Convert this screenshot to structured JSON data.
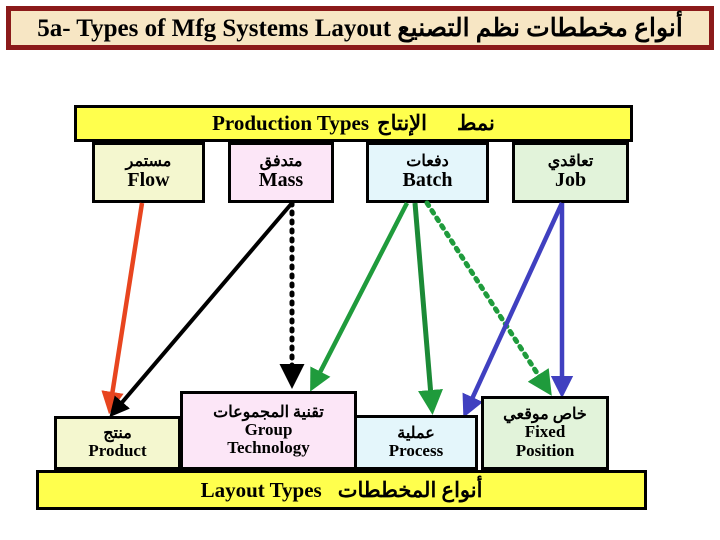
{
  "title": {
    "text": "5a- Types of Mfg Systems Layout  أنواع مخططات نظم التصنيع",
    "banner_bg": "#f7e6c4",
    "banner_border": "#8b1a1a"
  },
  "production_bar": {
    "english": "Production Types",
    "arabic_1": "الإنتاج",
    "arabic_2": "نمط",
    "bg": "#ffff4d"
  },
  "layout_bar": {
    "english": "Layout Types",
    "arabic": "أنواع المخططات",
    "bg": "#ffff4d"
  },
  "production_types": [
    {
      "arabic": "مستمر",
      "english": "Flow",
      "color": "#f4f7cf"
    },
    {
      "arabic": "متدفق",
      "english": "Mass",
      "color": "#fce6f7"
    },
    {
      "arabic": "دفعات",
      "english": "Batch",
      "color": "#e4f6fb"
    },
    {
      "arabic": "تعاقدي",
      "english": "Job",
      "color": "#e2f3da"
    }
  ],
  "layout_types": [
    {
      "arabic": "منتج",
      "english": "Product",
      "english2": "",
      "color": "#f4f7cf"
    },
    {
      "arabic": "تقنية المجموعات",
      "english": "Group",
      "english2": "Technology",
      "color": "#fce6f7"
    },
    {
      "arabic": "عملية",
      "english": "Process",
      "english2": "",
      "color": "#e4f6fb"
    },
    {
      "arabic": "خاص موقعي",
      "english": "Fixed",
      "english2": "Position",
      "color": "#e2f3da"
    }
  ],
  "connections": [
    {
      "from": "Flow",
      "to": "Product",
      "color": "#e8451f",
      "style": "solid"
    },
    {
      "from": "Mass",
      "to": "Product",
      "color": "#000000",
      "style": "solid"
    },
    {
      "from": "Mass",
      "to": "Group Technology",
      "color": "#000000",
      "style": "dotted"
    },
    {
      "from": "Batch",
      "to": "Group Technology",
      "color": "#1f9b3c",
      "style": "solid"
    },
    {
      "from": "Batch",
      "to": "Process",
      "color": "#1b8a36",
      "style": "solid"
    },
    {
      "from": "Batch",
      "to": "Fixed Position",
      "color": "#1f9b3c",
      "style": "dotted"
    },
    {
      "from": "Job",
      "to": "Process",
      "color": "#4040c0",
      "style": "solid"
    },
    {
      "from": "Job",
      "to": "Fixed Position",
      "color": "#4040c0",
      "style": "solid"
    }
  ],
  "colors": {
    "background": "#ffffff",
    "bar_yellow": "#ffff4d",
    "title_bg": "#f7e6c4",
    "title_border": "#8b1a1a",
    "outline": "#000000"
  }
}
